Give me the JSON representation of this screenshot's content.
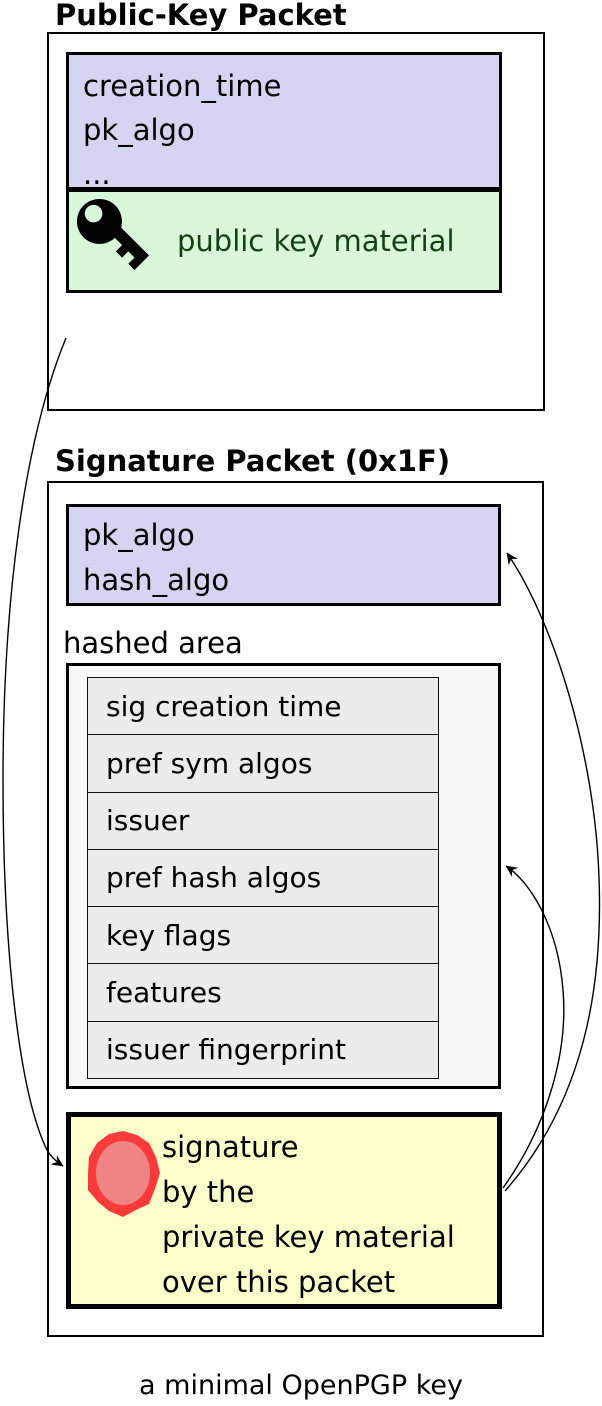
{
  "diagram": {
    "public_key_packet": {
      "title": "Public-Key Packet",
      "header_fields": [
        "creation_time",
        "pk_algo",
        "..."
      ],
      "key_material_label": "public key material"
    },
    "signature_packet": {
      "title": "Signature Packet (0x1F)",
      "header_fields": [
        "pk_algo",
        "hash_algo"
      ],
      "hashed_area_label": "hashed area",
      "subpackets": [
        "sig creation time",
        "pref sym algos",
        "issuer",
        "pref hash algos",
        "key flags",
        "features",
        "issuer fingerprint"
      ],
      "signature_lines": [
        "signature",
        "by the",
        "private key material",
        "over this packet"
      ]
    },
    "caption": "a minimal OpenPGP key",
    "colors": {
      "field_header_bg": "#d5d5f2",
      "key_material_bg": "#d9f7d9",
      "key_material_text": "#163f16",
      "hashed_area_bg": "#f8f8f8",
      "subpacket_bg": "#ececec",
      "signature_bg": "#ffffcc",
      "seal_outer": "#fb3b3b",
      "seal_inner": "#ee8484",
      "line_color": "#000000"
    }
  }
}
